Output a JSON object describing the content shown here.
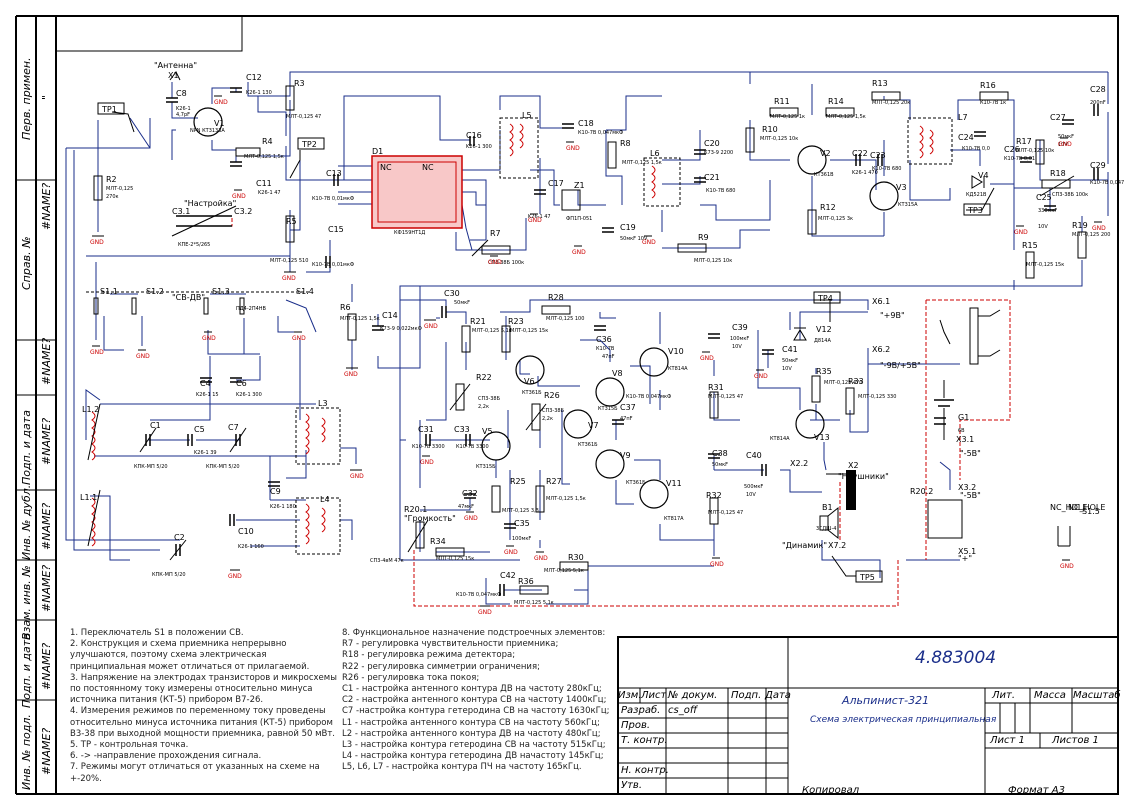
{
  "title_block": {
    "doc_number": "4.883004",
    "product_name": "Альпинист-321",
    "doc_title": "Схема электрическая принципиальная",
    "col_izm": "Изм.",
    "col_list": "Лист",
    "col_docnum": "№ докум.",
    "col_sign": "Подп.",
    "col_date": "Дата",
    "row_razrab": "Разраб.",
    "razrab_name": "cs_off",
    "row_prov": "Пров.",
    "row_tkontr": "Т. контр.",
    "row_nkontr": "Н. контр.",
    "row_utv": "Утв.",
    "lit": "Лит.",
    "massa": "Масса",
    "masshtab": "Масштаб",
    "list": "Лист 1",
    "listov": "Листов 1",
    "kopiroval": "Копировал",
    "format": "Формат А3"
  },
  "side_stamp": {
    "perv_primen": "Перв. примен.",
    "sprav_no": "Справ. №",
    "podp_data_1": "Подп. и дата",
    "inv_dubl": "Инв. № дубл.",
    "vzam_inv": "Взам. инв. №",
    "podp_data_2": "Подп. и дата",
    "inv_podl": "Инв. № подл.",
    "name_err": "#NAME?",
    "quote": "\""
  },
  "notes_left": [
    "1. Переключатель S1 в положении СВ.",
    "2. Конструкция и схема приемника непрерывно",
    "улучшаются, поэтому схема электрическая",
    "принципиальная может отличаться от прилагаемой.",
    "3. Напряжение на электродах транзисторов и микросхемы",
    "по постоянному току измерены относительно минуса",
    "источника питания (КТ-5) прибором В7-26.",
    "4. Измерения режимов по переменному току проведены",
    "относительно минуса источника питания (КТ-5) прибором",
    "В3-38 при выходной мощности приемника, равной 50 мВт.",
    "5. ТР - контрольная точка.",
    "6. -> -направление прохождения сигнала.",
    "7. Режимы могут отличаться от указанных на схеме на",
    "+-20%."
  ],
  "notes_right": [
    "8. Функциональное назначение подстроечных элементов:",
    "R7 - регулировка чувствительности приемника;",
    "R18 - регулировка режима детектора;",
    "R22 - регулировка симметрии ограничения;",
    "R26 - регулировка тока покоя;",
    "C1 - настройка антенного контура ДВ на частоту 280кГц;",
    "C2 - настройка антенного контура СВ на частоту 1400кГц;",
    "C7 -настройка контура гетеродина СВ на частоту 1630кГц;",
    "L1 - настройка антенного контура СВ на частоту 560кГц;",
    "L2 - настройка антенного контура ДВ на частоту 480кГц;",
    "L3 - настройка контура гетеродина СВ на частоту 515кГц;",
    "L4 - настройка контура гетеродина ДВ начастоту 145кГц;",
    "L5, L6, L7 - настройка контура ПЧ на частоту 165кГц."
  ],
  "schematic": {
    "antenna": "\"Антенна\"",
    "nastroyka": "\"Настройка\"",
    "sv_dv": "\"СВ-ДВ\"",
    "gromkost": "\"Громкость\"",
    "naushniki": "\"Наушники\"",
    "dinamik": "\"Динамик\"",
    "plus9": "\"+9В\"",
    "minus9": "\"-9В/+5В\"",
    "minus5a": "\"-5В\"",
    "minus5b": "\"-5В\"",
    "plus_a": "\"+\"",
    "gnd": "GND",
    "tp1": "TP1",
    "tp2": "TP2",
    "tp3": "TP3",
    "tp4": "TP4",
    "tp5": "TP5",
    "labels": [
      {
        "t": "X1",
        "k": "ref"
      },
      {
        "t": "C8",
        "k": "ref"
      },
      {
        "t": "K26-1",
        "k": "val"
      },
      {
        "t": "4,7pF",
        "k": "val"
      },
      {
        "t": "V1",
        "k": "ref"
      },
      {
        "t": "NPN КТ3133А",
        "k": "val"
      },
      {
        "t": "C12",
        "k": "ref"
      },
      {
        "t": "K26-1 130",
        "k": "val"
      },
      {
        "t": "R3",
        "k": "ref"
      },
      {
        "t": "МЛТ-0,125 47",
        "k": "val"
      },
      {
        "t": "R4",
        "k": "ref"
      },
      {
        "t": "МЛТ-0,125 1,5к",
        "k": "val"
      },
      {
        "t": "C11",
        "k": "ref"
      },
      {
        "t": "K26-1 47",
        "k": "val"
      },
      {
        "t": "R2",
        "k": "ref"
      },
      {
        "t": "МЛТ-0,125",
        "k": "val"
      },
      {
        "t": "270к",
        "k": "val"
      },
      {
        "t": "C3.1",
        "k": "ref"
      },
      {
        "t": "C3.2",
        "k": "ref"
      },
      {
        "t": "КПЕ-2*5/265",
        "k": "val"
      },
      {
        "t": "R5",
        "k": "ref"
      },
      {
        "t": "МЛТ-0,125 510",
        "k": "val"
      },
      {
        "t": "D1",
        "k": "ref"
      },
      {
        "t": "NC",
        "k": "ref"
      },
      {
        "t": "NC",
        "k": "ref"
      },
      {
        "t": "КФ159НТ1Д",
        "k": "val"
      },
      {
        "t": "C13",
        "k": "ref"
      },
      {
        "t": "К10-7В 0,01мкФ",
        "k": "val"
      },
      {
        "t": "C15",
        "k": "ref"
      },
      {
        "t": "К10-7В 0,01мкФ",
        "k": "val"
      },
      {
        "t": "C16",
        "k": "ref"
      },
      {
        "t": "K26-1 300",
        "k": "val"
      },
      {
        "t": "L5",
        "k": "ref"
      },
      {
        "t": "C18",
        "k": "ref"
      },
      {
        "t": "К10-7В 0,047мкФ",
        "k": "val"
      },
      {
        "t": "R8",
        "k": "ref"
      },
      {
        "t": "МЛТ-0,125 1,5к",
        "k": "val"
      },
      {
        "t": "C17",
        "k": "ref"
      },
      {
        "t": "K26-1 47",
        "k": "val"
      },
      {
        "t": "Z1",
        "k": "ref"
      },
      {
        "t": "ФП1П-051",
        "k": "val"
      },
      {
        "t": "C19",
        "k": "ref"
      },
      {
        "t": "50мкF 10V",
        "k": "val"
      },
      {
        "t": "R7",
        "k": "ref"
      },
      {
        "t": "СП3-38Б 100к",
        "k": "val"
      },
      {
        "t": "C20",
        "k": "ref"
      },
      {
        "t": "К73-9 2200",
        "k": "val"
      },
      {
        "t": "L6",
        "k": "ref"
      },
      {
        "t": "C21",
        "k": "ref"
      },
      {
        "t": "К10-7В 680",
        "k": "val"
      },
      {
        "t": "R9",
        "k": "ref"
      },
      {
        "t": "МЛТ-0,125 10к",
        "k": "val"
      },
      {
        "t": "R10",
        "k": "ref"
      },
      {
        "t": "МЛТ-0,125 10к",
        "k": "val"
      },
      {
        "t": "R11",
        "k": "ref"
      },
      {
        "t": "МЛТ-0,125 1к",
        "k": "val"
      },
      {
        "t": "V2",
        "k": "ref"
      },
      {
        "t": "КТ361В",
        "k": "val"
      },
      {
        "t": "R12",
        "k": "ref"
      },
      {
        "t": "МЛТ-0,125 3к",
        "k": "val"
      },
      {
        "t": "R13",
        "k": "ref"
      },
      {
        "t": "МЛТ-0,125 20к",
        "k": "val"
      },
      {
        "t": "R14",
        "k": "ref"
      },
      {
        "t": "МЛТ-0,125 1,5к",
        "k": "val"
      },
      {
        "t": "C22",
        "k": "ref"
      },
      {
        "t": "K26-1 470",
        "k": "val"
      },
      {
        "t": "C23",
        "k": "ref"
      },
      {
        "t": "К10-7В 680",
        "k": "val"
      },
      {
        "t": "V3",
        "k": "ref"
      },
      {
        "t": "КТ315А",
        "k": "val"
      },
      {
        "t": "L7",
        "k": "ref"
      },
      {
        "t": "R16",
        "k": "ref"
      },
      {
        "t": "К10-7В 1к",
        "k": "val"
      },
      {
        "t": "C24",
        "k": "ref"
      },
      {
        "t": "К10-7В 0,0",
        "k": "val"
      },
      {
        "t": "V4",
        "k": "ref"
      },
      {
        "t": "КД521В",
        "k": "val"
      },
      {
        "t": "R17",
        "k": "ref"
      },
      {
        "t": "МЛТ-0,125 10к",
        "k": "val"
      },
      {
        "t": "C26",
        "k": "ref"
      },
      {
        "t": "К10-7В 0,01",
        "k": "val"
      },
      {
        "t": "C27",
        "k": "ref"
      },
      {
        "t": "50мкF",
        "k": "val"
      },
      {
        "t": "10V",
        "k": "val"
      },
      {
        "t": "R18",
        "k": "ref"
      },
      {
        "t": "СП3-38Б 100к",
        "k": "val"
      },
      {
        "t": "C25",
        "k": "ref"
      },
      {
        "t": "330мкF",
        "k": "val"
      },
      {
        "t": "10V",
        "k": "val"
      },
      {
        "t": "C28",
        "k": "ref"
      },
      {
        "t": "200пF",
        "k": "val"
      },
      {
        "t": "C29",
        "k": "ref"
      },
      {
        "t": "К10-7В 0,047",
        "k": "val"
      },
      {
        "t": "R19",
        "k": "ref"
      },
      {
        "t": "МЛТ-0,125 200",
        "k": "val"
      },
      {
        "t": "R15",
        "k": "ref"
      },
      {
        "t": "МЛТ-0,125 15к",
        "k": "val"
      },
      {
        "t": "S1.1",
        "k": "ref"
      },
      {
        "t": "S1.2",
        "k": "ref"
      },
      {
        "t": "S1.3",
        "k": "ref"
      },
      {
        "t": "S1.4",
        "k": "ref"
      },
      {
        "t": "ПД4-2П4НВ",
        "k": "val"
      },
      {
        "t": "R6",
        "k": "ref"
      },
      {
        "t": "МЛТ-0,125 1,5к",
        "k": "val"
      },
      {
        "t": "C14",
        "k": "ref"
      },
      {
        "t": "К73-9 0,022мкФ",
        "k": "val"
      },
      {
        "t": "C4",
        "k": "ref"
      },
      {
        "t": "K26-1 15",
        "k": "val"
      },
      {
        "t": "C6",
        "k": "ref"
      },
      {
        "t": "K26-1 300",
        "k": "val"
      },
      {
        "t": "L1.2",
        "k": "ref"
      },
      {
        "t": "C1",
        "k": "ref"
      },
      {
        "t": "C5",
        "k": "ref"
      },
      {
        "t": "K26-1 39",
        "k": "val"
      },
      {
        "t": "C7",
        "k": "ref"
      },
      {
        "t": "КПК-МП 5/20",
        "k": "val"
      },
      {
        "t": "КПК-МП 5/20",
        "k": "val"
      },
      {
        "t": "L3",
        "k": "ref"
      },
      {
        "t": "C9",
        "k": "ref"
      },
      {
        "t": "K26-1 180",
        "k": "val"
      },
      {
        "t": "L1.1",
        "k": "ref"
      },
      {
        "t": "C10",
        "k": "ref"
      },
      {
        "t": "K26-1 160",
        "k": "val"
      },
      {
        "t": "L4",
        "k": "ref"
      },
      {
        "t": "C2",
        "k": "ref"
      },
      {
        "t": "КПК-МП 5/20",
        "k": "val"
      },
      {
        "t": "C30",
        "k": "ref"
      },
      {
        "t": "50мкF",
        "k": "val"
      },
      {
        "t": "R21",
        "k": "ref"
      },
      {
        "t": "МЛТ-0,125 5,1к",
        "k": "val"
      },
      {
        "t": "R23",
        "k": "ref"
      },
      {
        "t": "МЛТ-0,125 15к",
        "k": "val"
      },
      {
        "t": "R28",
        "k": "ref"
      },
      {
        "t": "МЛТ-0,125 100",
        "k": "val"
      },
      {
        "t": "C36",
        "k": "ref"
      },
      {
        "t": "К10-7В",
        "k": "val"
      },
      {
        "t": "47пF",
        "k": "val"
      },
      {
        "t": "V6",
        "k": "ref"
      },
      {
        "t": "КТ361Б",
        "k": "val"
      },
      {
        "t": "V8",
        "k": "ref"
      },
      {
        "t": "КТ315Б",
        "k": "val"
      },
      {
        "t": "V10",
        "k": "ref"
      },
      {
        "t": "КТ814А",
        "k": "val"
      },
      {
        "t": "C39",
        "k": "ref"
      },
      {
        "t": "100мкF",
        "k": "val"
      },
      {
        "t": "10V",
        "k": "val"
      },
      {
        "t": "V12",
        "k": "ref"
      },
      {
        "t": "Д814А",
        "k": "val"
      },
      {
        "t": "C41",
        "k": "ref"
      },
      {
        "t": "50мкF",
        "k": "val"
      },
      {
        "t": "10V",
        "k": "val"
      },
      {
        "t": "R35",
        "k": "ref"
      },
      {
        "t": "МЛТ-0,125 470",
        "k": "val"
      },
      {
        "t": "R33",
        "k": "ref"
      },
      {
        "t": "МЛТ-0,125 330",
        "k": "val"
      },
      {
        "t": "V13",
        "k": "ref"
      },
      {
        "t": "КТ814А",
        "k": "val"
      },
      {
        "t": "R22",
        "k": "ref"
      },
      {
        "t": "СП3-38Б",
        "k": "val"
      },
      {
        "t": "2,2к",
        "k": "val"
      },
      {
        "t": "R26",
        "k": "ref"
      },
      {
        "t": "СП3-38Б",
        "k": "val"
      },
      {
        "t": "2,2к",
        "k": "val"
      },
      {
        "t": "V7",
        "k": "ref"
      },
      {
        "t": "КТ361Б",
        "k": "val"
      },
      {
        "t": "C37",
        "k": "ref"
      },
      {
        "t": "47пF",
        "k": "val"
      },
      {
        "t": "К10-7В 0,047мкФ",
        "k": "val"
      },
      {
        "t": "R31",
        "k": "ref"
      },
      {
        "t": "МЛТ-0,125 47",
        "k": "val"
      },
      {
        "t": "C31",
        "k": "ref"
      },
      {
        "t": "К10-7В 3300",
        "k": "val"
      },
      {
        "t": "C33",
        "k": "ref"
      },
      {
        "t": "К10-7В 3300",
        "k": "val"
      },
      {
        "t": "V5",
        "k": "ref"
      },
      {
        "t": "КТ315Б",
        "k": "val"
      },
      {
        "t": "V9",
        "k": "ref"
      },
      {
        "t": "КТ361Б",
        "k": "val"
      },
      {
        "t": "C38",
        "k": "ref"
      },
      {
        "t": "50мкF",
        "k": "val"
      },
      {
        "t": "C40",
        "k": "ref"
      },
      {
        "t": "500мкF",
        "k": "val"
      },
      {
        "t": "10V",
        "k": "val"
      },
      {
        "t": "R25",
        "k": "ref"
      },
      {
        "t": "МЛТ-0,125 3,3",
        "k": "val"
      },
      {
        "t": "R27",
        "k": "ref"
      },
      {
        "t": "МЛТ-0,125 1,5к",
        "k": "val"
      },
      {
        "t": "V11",
        "k": "ref"
      },
      {
        "t": "КТ817А",
        "k": "val"
      },
      {
        "t": "R32",
        "k": "ref"
      },
      {
        "t": "МЛТ-0,125 47",
        "k": "val"
      },
      {
        "t": "C32",
        "k": "ref"
      },
      {
        "t": "47мкF",
        "k": "val"
      },
      {
        "t": "C35",
        "k": "ref"
      },
      {
        "t": "100мкF",
        "k": "val"
      },
      {
        "t": "R20.1",
        "k": "ref"
      },
      {
        "t": "R34",
        "k": "ref"
      },
      {
        "t": "МЛТ-0,125 15к",
        "k": "val"
      },
      {
        "t": "СП3-4вМ 47к",
        "k": "val"
      },
      {
        "t": "R30",
        "k": "ref"
      },
      {
        "t": "МЛТ-0,125 5,1к",
        "k": "val"
      },
      {
        "t": "C42",
        "k": "ref"
      },
      {
        "t": "К10-7В 0,047мкФ",
        "k": "val"
      },
      {
        "t": "R36",
        "k": "ref"
      },
      {
        "t": "МЛТ-0,125 5,1к",
        "k": "val"
      },
      {
        "t": "X2",
        "k": "ref"
      },
      {
        "t": "X2.2",
        "k": "ref"
      },
      {
        "t": "B1",
        "k": "ref"
      },
      {
        "t": "3ГДШ-4",
        "k": "val"
      },
      {
        "t": "X7.2",
        "k": "ref"
      },
      {
        "t": "X6.1",
        "k": "ref"
      },
      {
        "t": "X6.2",
        "k": "ref"
      },
      {
        "t": "G1",
        "k": "ref"
      },
      {
        "t": "6В",
        "k": "val"
      },
      {
        "t": "X3.1",
        "k": "ref"
      },
      {
        "t": "X3.2",
        "k": "ref"
      },
      {
        "t": "R20.2",
        "k": "ref"
      },
      {
        "t": "X5.1",
        "k": "ref"
      },
      {
        "t": "NC_HOLE",
        "k": "ref"
      },
      {
        "t": "NC_HOLE",
        "k": "ref"
      },
      {
        "t": "S1.5",
        "k": "ref"
      }
    ]
  }
}
